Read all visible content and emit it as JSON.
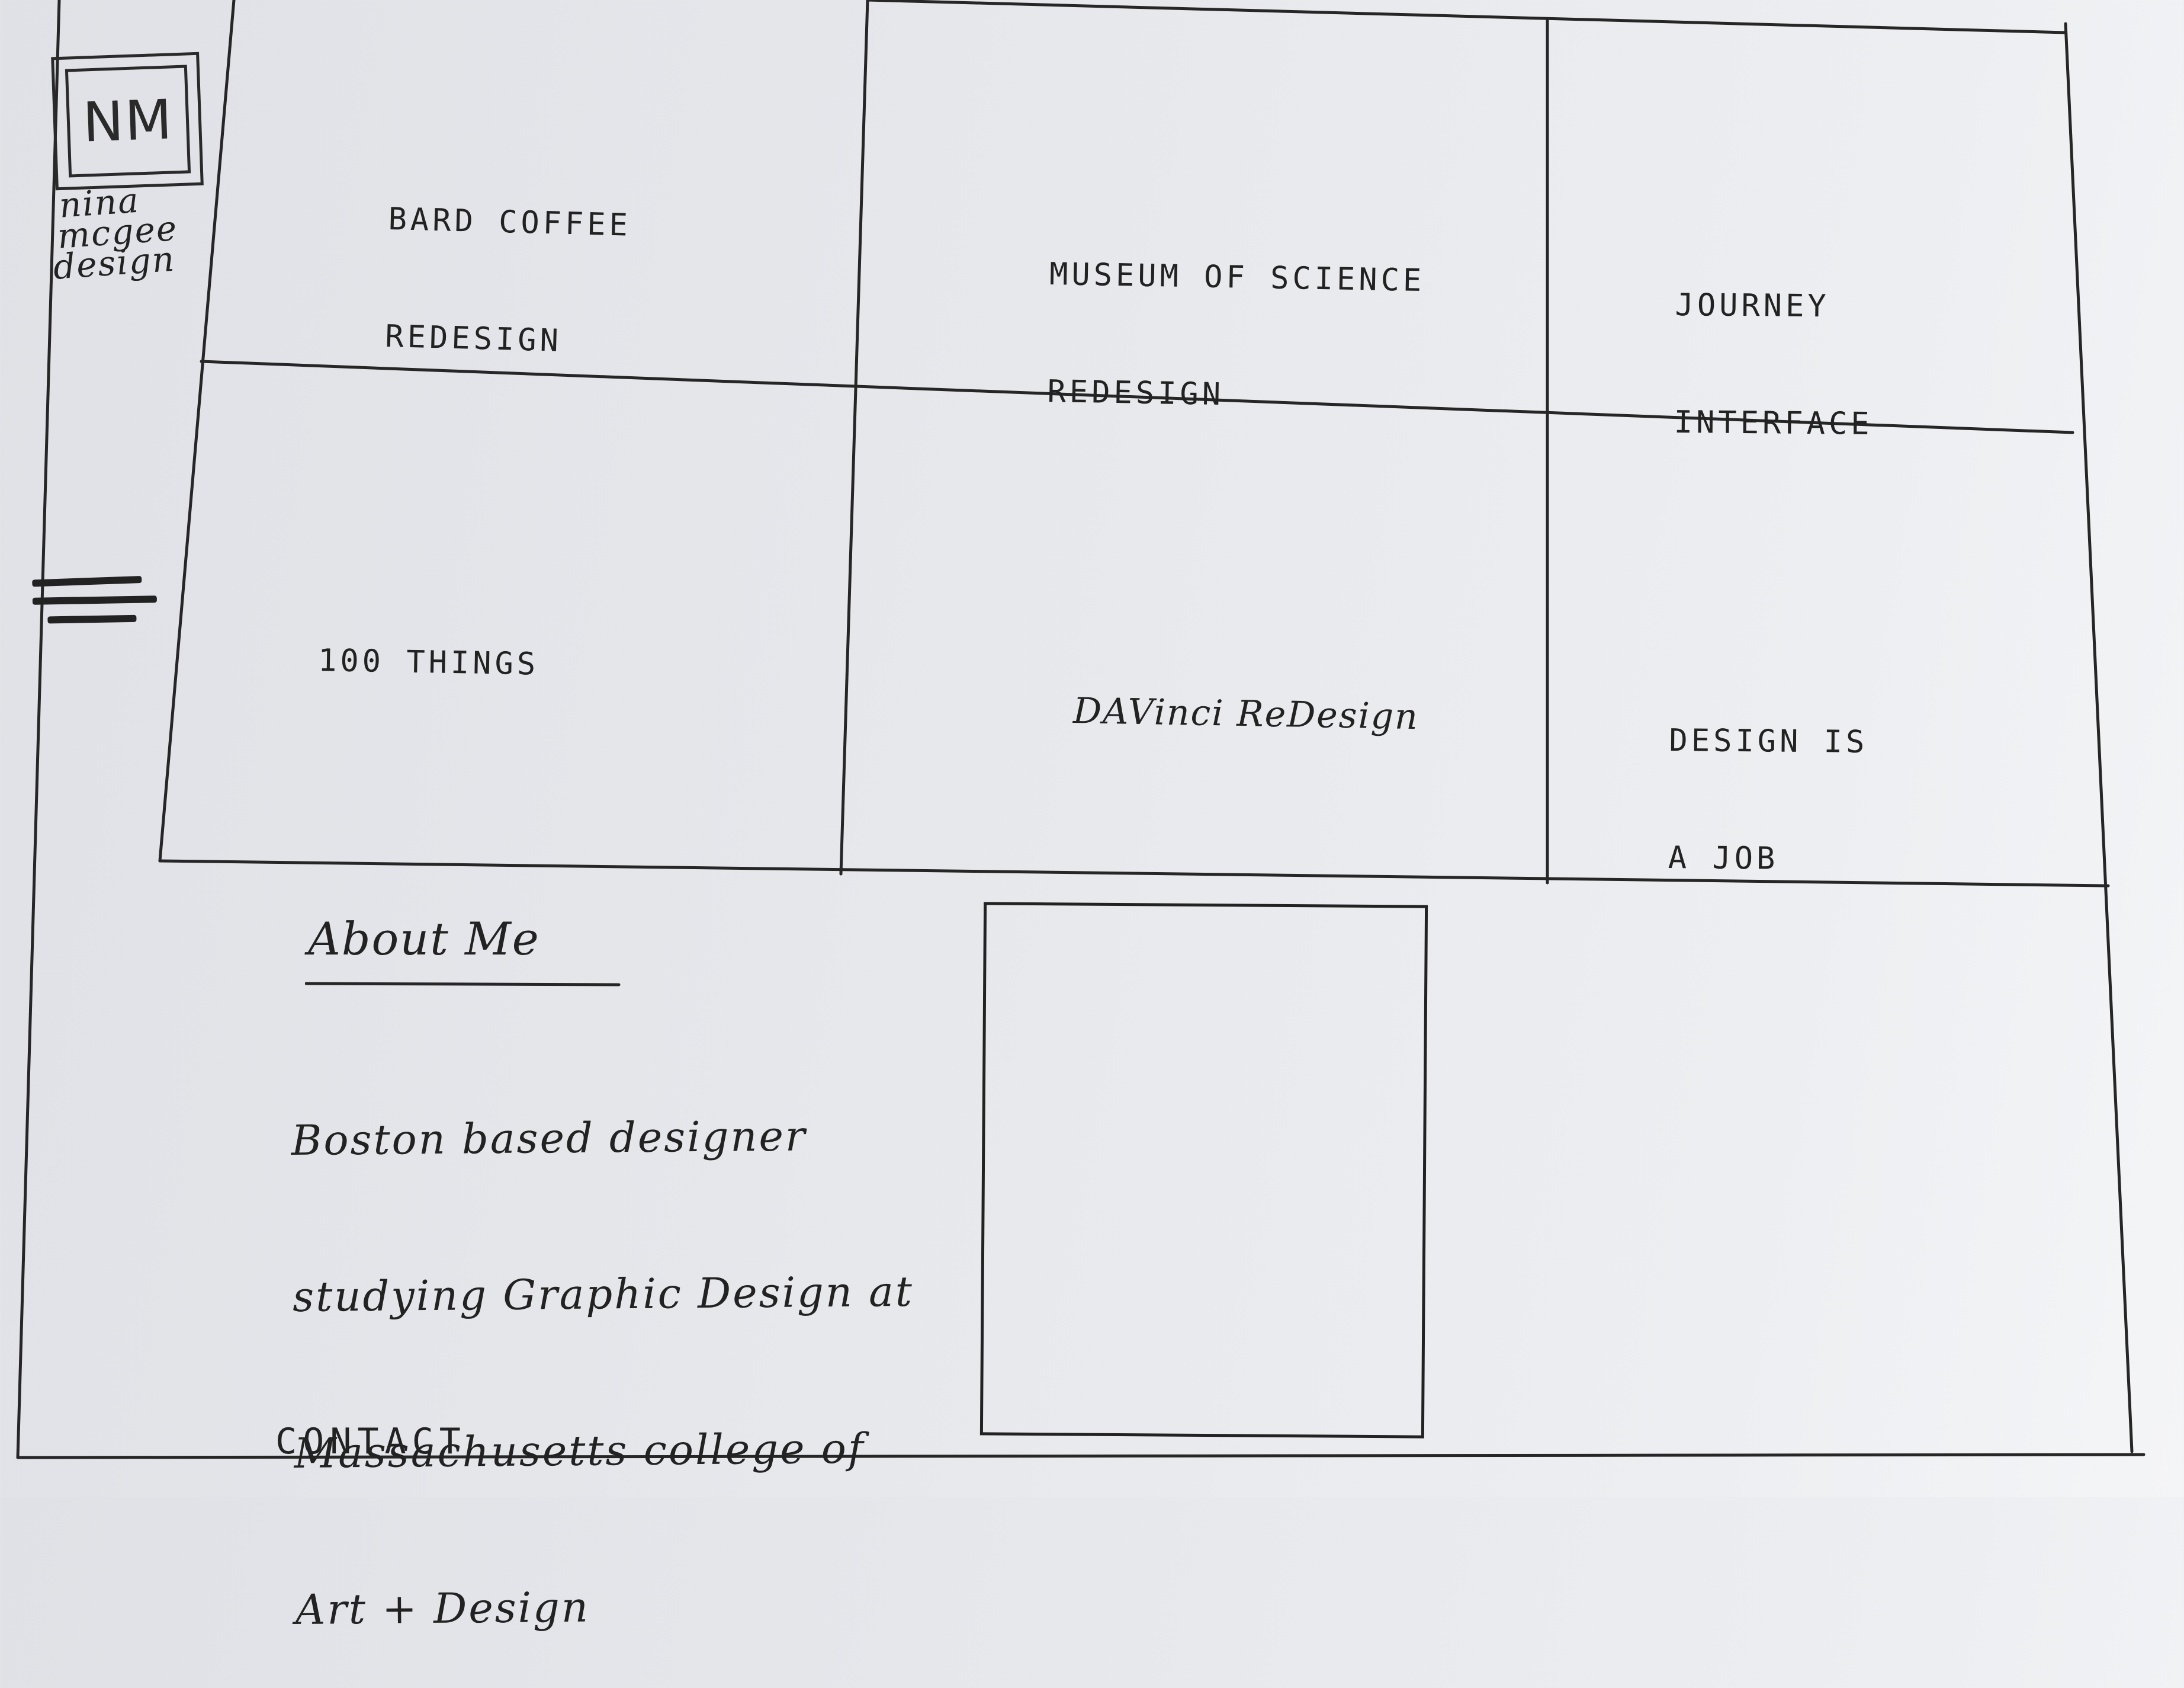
{
  "brand": {
    "monogram": "NM",
    "name_lines": [
      "nina",
      "mcgee",
      "design"
    ]
  },
  "nav": {
    "menu_icon": "hamburger-menu-icon"
  },
  "projects": [
    {
      "lines": [
        "BARD COFFEE",
        "REDESIGN"
      ]
    },
    {
      "lines": [
        "MUSEUM OF SCIENCE",
        "REDESIGN"
      ]
    },
    {
      "lines": [
        "JOURNEY",
        "INTERFACE"
      ]
    },
    {
      "lines": [
        "100 THINGS"
      ]
    },
    {
      "lines": [
        "DAVinci ReDesign"
      ]
    },
    {
      "lines": [
        "DESIGN IS",
        "A JOB"
      ]
    }
  ],
  "about": {
    "heading": "About Me",
    "body_lines": [
      "Boston based designer",
      "studying Graphic Design at",
      "Massachusetts college of",
      "Art + Design"
    ]
  },
  "footer": {
    "contact": "CONTACT"
  }
}
